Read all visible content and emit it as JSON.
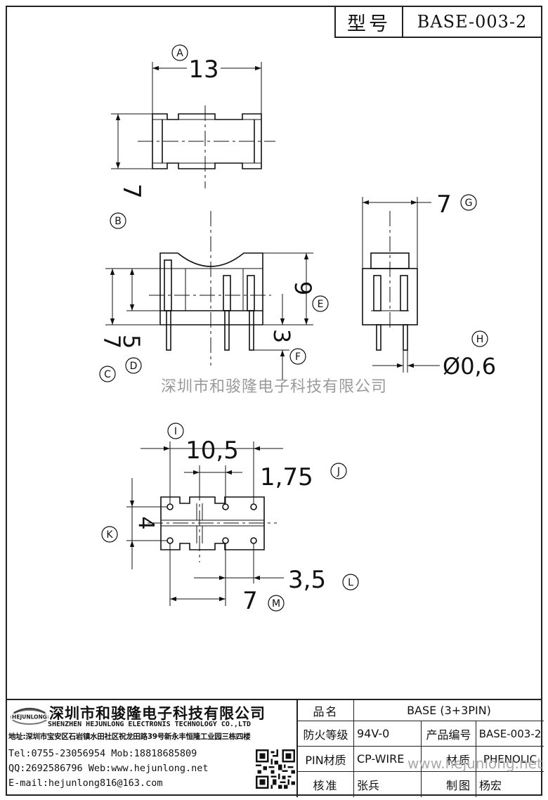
{
  "header": {
    "label": "型号",
    "model": "BASE-003-2"
  },
  "dims": {
    "A": {
      "value": "13",
      "mark": "A"
    },
    "B": {
      "value": "7",
      "mark": "B"
    },
    "C": {
      "value": "7",
      "mark": "C"
    },
    "D": {
      "value": "5",
      "mark": "D"
    },
    "E": {
      "value": "9",
      "mark": "E"
    },
    "F": {
      "value": "3",
      "mark": "F"
    },
    "G": {
      "value": "7",
      "mark": "G"
    },
    "H": {
      "value": "Ø0,6",
      "mark": "H"
    },
    "I": {
      "value": "10,5",
      "mark": "I"
    },
    "J": {
      "value": "1,75",
      "mark": "J"
    },
    "K": {
      "value": "4",
      "mark": "K"
    },
    "L": {
      "value": "3,5",
      "mark": "L"
    },
    "M": {
      "value": "7",
      "mark": "M"
    }
  },
  "watermark": "深圳市和骏隆电子科技有限公司",
  "company": {
    "logo_text": "HEJUNLONG",
    "name_cn": "深圳市和骏隆电子科技有限公司",
    "name_en": "SHENZHEN HEJUNLONG ELECTRONIS TECHNOLOGY CO.,LTD",
    "address": "地址:深圳市宝安区石岩镇水田社区祝龙田路39号新永丰恒隆工业园三栋四楼",
    "tel": "Tel:0755-23056954  Mob:18818685809",
    "qq": "QQ:2692586796 Web:www.hejunlong.net",
    "email": "E-mail:hejunlong816@163.com"
  },
  "spec": {
    "product_name_label": "品名",
    "product_name": "BASE (3+3PIN)",
    "fire_label": "防火等级",
    "fire_value": "94V-0",
    "code_label": "产品编号",
    "code_value": "BASE-003-2",
    "pin_label": "PIN材质",
    "pin_value": "CP-WIRE",
    "material_label": "材质",
    "material_value": "PHENOLIC",
    "check_label": "核准",
    "check_value": "张兵",
    "draw_label": "制图",
    "draw_value": "杨宏"
  },
  "watermark2": "www.hejunlong.net"
}
